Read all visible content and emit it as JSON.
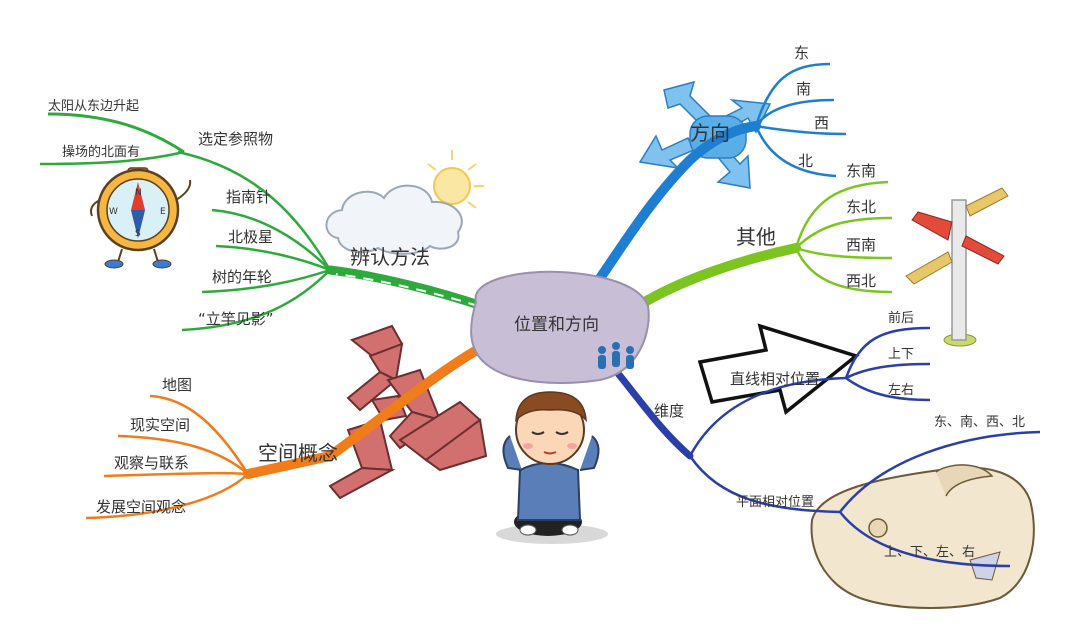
{
  "center": {
    "label": "位置和方向"
  },
  "branches": {
    "identify": {
      "label": "辨认方法",
      "color": "#2eaa3c",
      "children": [
        "选定参照物",
        "指南针",
        "北极星",
        "树的年轮",
        "“立竿见影”"
      ],
      "reference_examples": [
        "太阳从东边升起",
        "操场的北面有"
      ]
    },
    "direction": {
      "label": "方向",
      "color": "#1e7fd2",
      "children": [
        "东",
        "南",
        "西",
        "北"
      ]
    },
    "other": {
      "label": "其他",
      "color": "#7cc520",
      "children": [
        "东南",
        "东北",
        "西南",
        "西北"
      ]
    },
    "space": {
      "label": "空间概念",
      "color": "#f07c1a",
      "children": [
        "地图",
        "现实空间",
        "观察与联系",
        "发展空间观念"
      ]
    },
    "dimension": {
      "label": "维度",
      "color": "#2b3fa8",
      "line": {
        "label": "直线相对位置",
        "children": [
          "前后",
          "上下",
          "左右"
        ]
      },
      "plane": {
        "label": "平面相对位置",
        "children": [
          "东、南、西、北",
          "上、下、左、右"
        ]
      }
    }
  },
  "icons": [
    "compass-icon",
    "sun-cloud-icon",
    "direction-arrows-icon",
    "signpost-icon",
    "arrow-sign-icon",
    "penrose-triangle-icon",
    "thinking-boy-icon",
    "treasure-map-icon",
    "people-icon"
  ],
  "compass_letters": {
    "n": "N",
    "s": "S",
    "e": "E",
    "w": "W"
  }
}
